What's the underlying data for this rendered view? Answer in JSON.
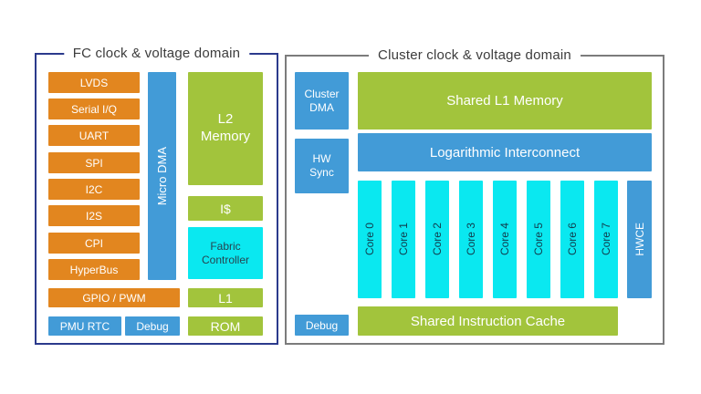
{
  "colors": {
    "orange": "#E2861F",
    "blue": "#429BD7",
    "green": "#A2C43C",
    "cyan": "#0AE8F0",
    "navy": "#2B3A8C",
    "gray": "#7C7C7C",
    "text": "#3C3C3C",
    "label": "#27434F"
  },
  "fc": {
    "title": "FC clock & voltage domain",
    "peripherals": [
      "LVDS",
      "Serial I/Q",
      "UART",
      "SPI",
      "I2C",
      "I2S",
      "CPI",
      "HyperBus"
    ],
    "micro_dma": "Micro DMA",
    "gpio_pwm": "GPIO / PWM",
    "pmu_rtc": "PMU RTC",
    "debug": "Debug",
    "l2_line1": "L2",
    "l2_line2": "Memory",
    "icache": "I$",
    "fabric_line1": "Fabric",
    "fabric_line2": "Controller",
    "l1": "L1",
    "rom": "ROM"
  },
  "cluster": {
    "title": "Cluster clock & voltage domain",
    "dma_line1": "Cluster",
    "dma_line2": "DMA",
    "shared_l1": "Shared L1 Memory",
    "hw_sync_line1": "HW",
    "hw_sync_line2": "Sync",
    "interconnect": "Logarithmic Interconnect",
    "cores": [
      "Core 0",
      "Core 1",
      "Core 2",
      "Core 3",
      "Core 4",
      "Core 5",
      "Core 6",
      "Core 7"
    ],
    "hwce": "HWCE",
    "debug": "Debug",
    "shared_icache": "Shared Instruction Cache"
  }
}
